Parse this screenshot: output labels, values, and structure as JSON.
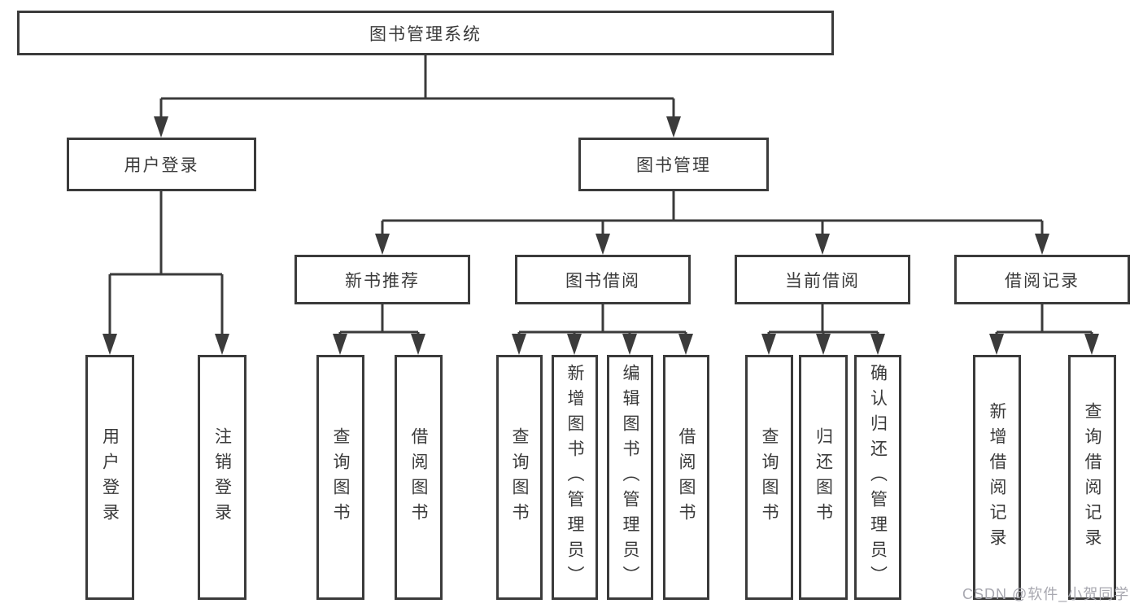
{
  "title": "图书管理系统",
  "tree": {
    "root": {
      "label": "图书管理系统"
    },
    "branches": [
      {
        "label": "用户登录",
        "children": [
          {
            "label": "用户登录"
          },
          {
            "label": "注销登录"
          }
        ]
      },
      {
        "label": "图书管理",
        "children": [
          {
            "label": "新书推荐",
            "children": [
              {
                "label": "查询图书"
              },
              {
                "label": "借阅图书"
              }
            ]
          },
          {
            "label": "图书借阅",
            "children": [
              {
                "label": "查询图书"
              },
              {
                "label": "新增图书（管理员）"
              },
              {
                "label": "编辑图书（管理员）"
              },
              {
                "label": "借阅图书"
              }
            ]
          },
          {
            "label": "当前借阅",
            "children": [
              {
                "label": "查询图书"
              },
              {
                "label": "归还图书"
              },
              {
                "label": "确认归还（管理员）"
              }
            ]
          },
          {
            "label": "借阅记录",
            "children": [
              {
                "label": "新增借阅记录"
              },
              {
                "label": "查询借阅记录"
              }
            ]
          }
        ]
      }
    ]
  },
  "watermark": {
    "text": "CSDN @软件_小贺同学"
  },
  "colors": {
    "line": "#3b3b3b",
    "text": "#3a3a3a",
    "box_background": "#ffffff",
    "watermark": "#a8a8b0"
  }
}
